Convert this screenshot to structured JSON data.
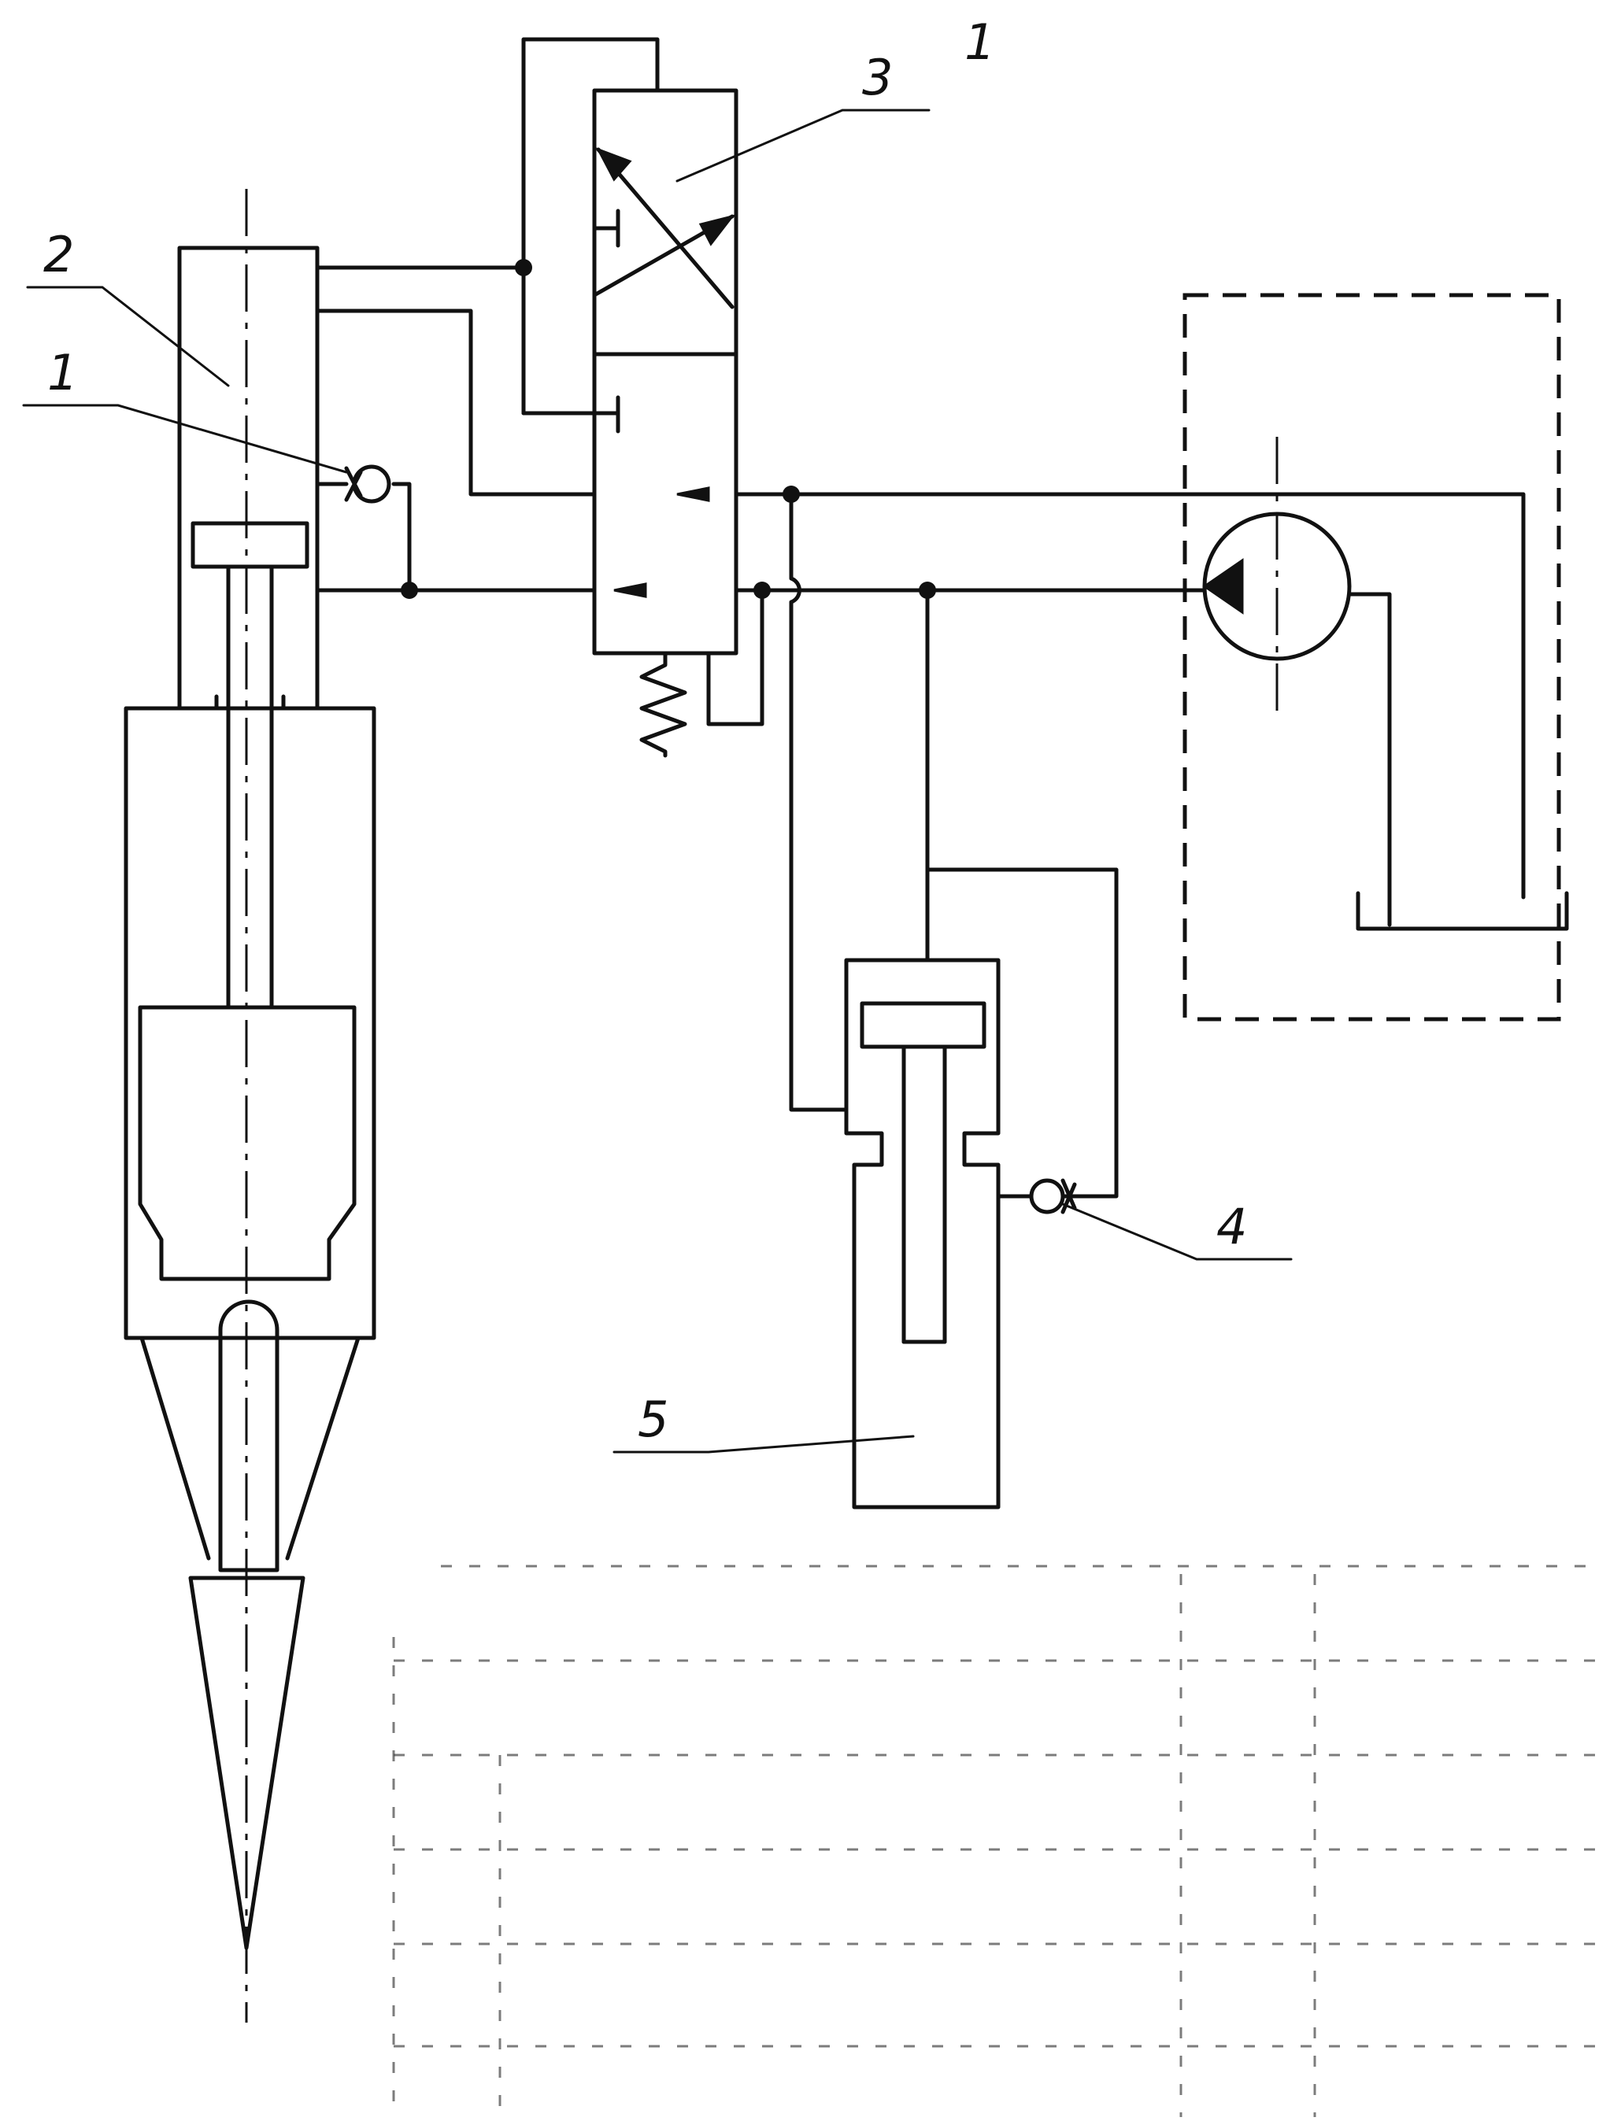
{
  "labels": {
    "ref1": "1",
    "ref2": "2",
    "ref3": "3",
    "ref4": "4",
    "ref5": "5",
    "sheet_mark": "1"
  },
  "colors": {
    "ink": "#111111",
    "paper": "#ffffff"
  },
  "components": [
    {
      "ref": "1",
      "kind": "check-valve"
    },
    {
      "ref": "2",
      "kind": "hydraulic-cylinder-with-tool"
    },
    {
      "ref": "3",
      "kind": "directional-control-valve"
    },
    {
      "ref": "4",
      "kind": "check-valve"
    },
    {
      "ref": "5",
      "kind": "hydraulic-cylinder"
    }
  ],
  "icons": [
    "check-valve-icon",
    "pump-icon",
    "spring-icon",
    "tank-icon"
  ]
}
